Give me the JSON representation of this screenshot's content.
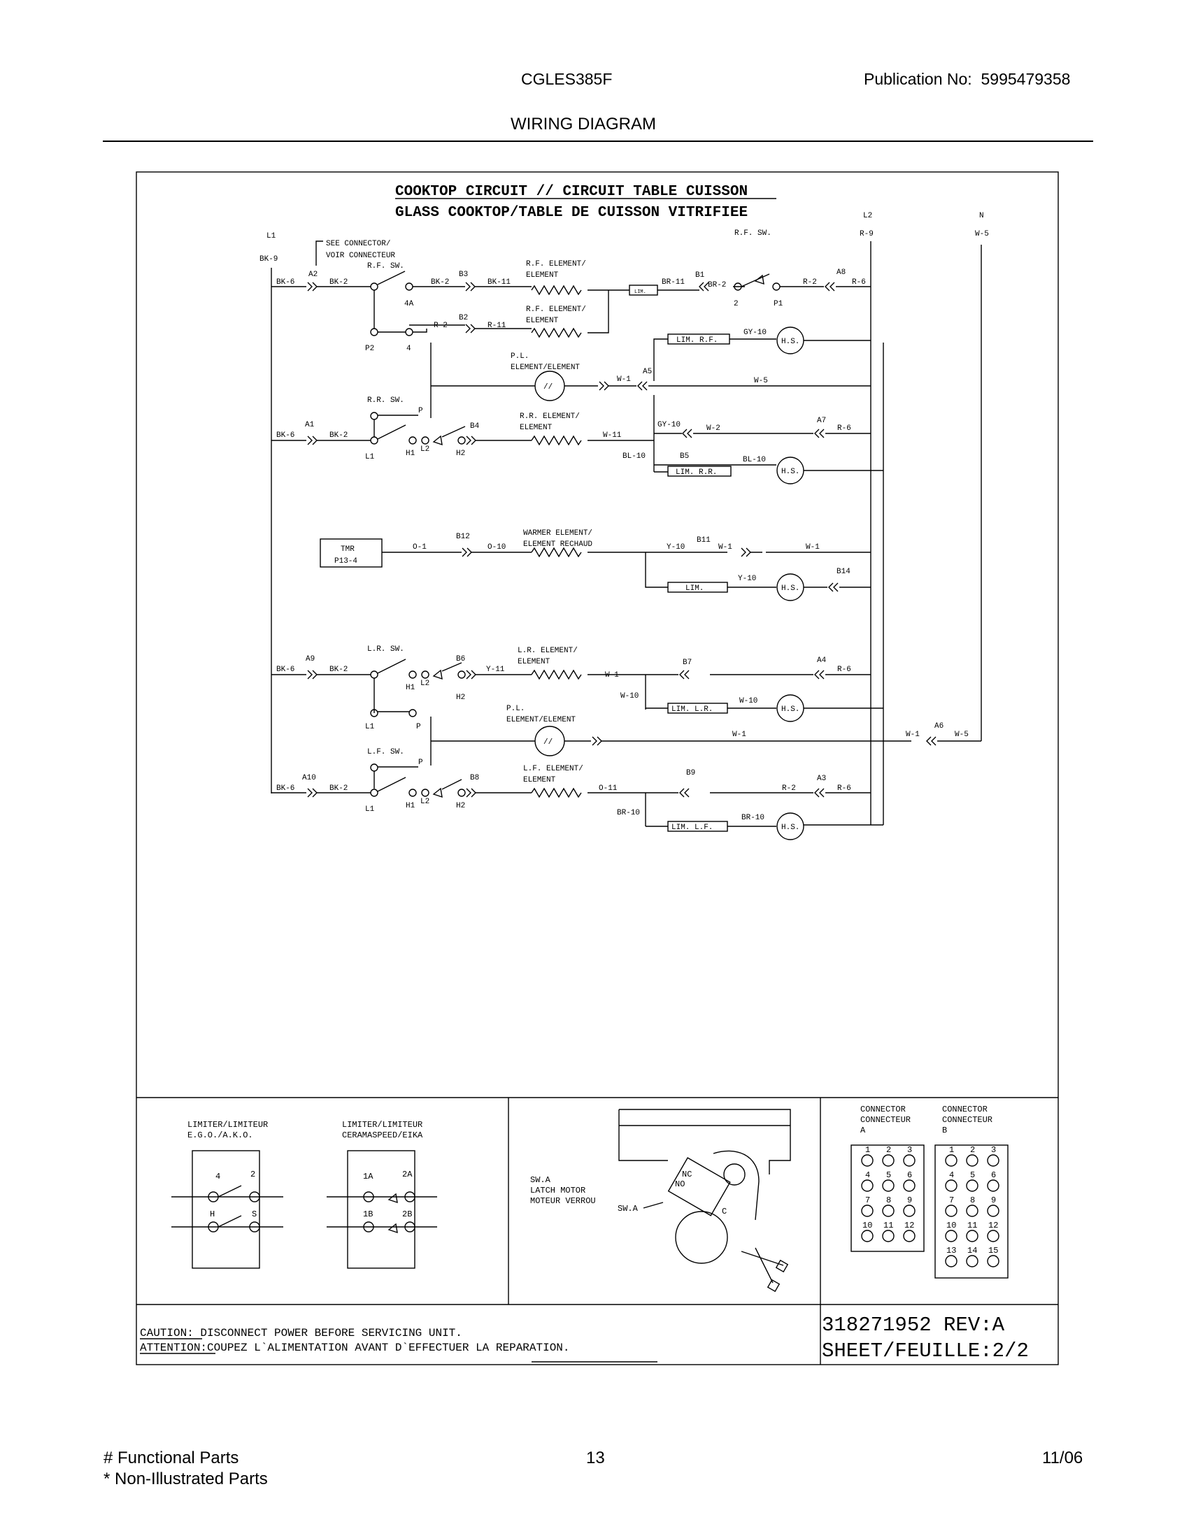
{
  "header": {
    "model": "CGLES385F",
    "publication_label": "Publication No:",
    "publication_number": "5995479358",
    "section_title": "WIRING DIAGRAM"
  },
  "diagram": {
    "title_line1": "COOKTOP CIRCUIT // CIRCUIT TABLE CUISSON",
    "title_line2": "GLASS COOKTOP/TABLE DE CUISSON VITRIFIEE",
    "see_connector": [
      "SEE CONNECTOR/",
      "VOIR CONNECTEUR"
    ],
    "lines": {
      "l1": "L1",
      "l2": "L2",
      "n": "N",
      "bk9": "BK-9",
      "r9": "R-9",
      "w5": "W-5"
    },
    "rf": {
      "sw": "R.F. SW.",
      "element1": [
        "R.F. ELEMENT/",
        "ELEMENT"
      ],
      "element2": [
        "R.F. ELEMENT/",
        "ELEMENT"
      ],
      "sw2": "R.F. SW.",
      "lim": "LIM.",
      "lim_rf": "LIM. R.F."
    },
    "pl": [
      "P.L.",
      "ELEMENT/ELEMENT"
    ],
    "rr": {
      "sw": "R.R. SW.",
      "element": [
        "R.R. ELEMENT/",
        "ELEMENT"
      ],
      "lim_rr": "LIM. R.R."
    },
    "warmer": {
      "tmr": [
        "TMR",
        "P13-4"
      ],
      "element": [
        "WARMER ELEMENT/",
        "ELEMENT RECHAUD"
      ],
      "lim": "LIM."
    },
    "lr": {
      "sw": "L.R. SW.",
      "element": [
        "L.R. ELEMENT/",
        "ELEMENT"
      ],
      "lim_lr": "LIM. L.R."
    },
    "pl2": [
      "P.L.",
      "ELEMENT/ELEMENT"
    ],
    "lf": {
      "sw": "L.F. SW.",
      "element": [
        "L.F. ELEMENT/",
        "ELEMENT"
      ],
      "lim_lf": "LIM. L.F."
    },
    "hs": "H.S.",
    "pl_symbol": "//",
    "wires": {
      "bk6": "BK-6",
      "bk2": "BK-2",
      "bk11": "BK-11",
      "r11": "R-11",
      "r2": "R-2",
      "r6": "R-6",
      "br11": "BR-11",
      "br2": "BR-2",
      "gy10": "GY-10",
      "w1": "W-1",
      "w2": "W-2",
      "w5": "W-5",
      "w11": "W-11",
      "bl10": "BL-10",
      "o1": "O-1",
      "o10": "O-10",
      "y10": "Y-10",
      "y11": "Y-11",
      "w10": "W-10",
      "o11": "O-11",
      "br10": "BR-10"
    },
    "terminals": {
      "a1": "A1",
      "a2": "A2",
      "a3": "A3",
      "a4": "A4",
      "a5": "A5",
      "a6": "A6",
      "a7": "A7",
      "a8": "A8",
      "a9": "A9",
      "a10": "A10",
      "b1": "B1",
      "b2": "B2",
      "b3": "B3",
      "b4": "B4",
      "b5": "B5",
      "b6": "B6",
      "b7": "B7",
      "b8": "B8",
      "b9": "B9",
      "b11": "B11",
      "b12": "B12",
      "b14": "B14",
      "t4a": "4A",
      "t2": "2",
      "p1": "P1",
      "p2": "P2",
      "t4": "4",
      "p": "P",
      "l1": "L1",
      "h1": "H1",
      "l2": "L2",
      "h2": "H2"
    },
    "limiter_ego": {
      "title": [
        "LIMITER/LIMITEUR",
        "E.G.O./A.K.O."
      ],
      "pins": [
        "4",
        "2",
        "H",
        "S"
      ]
    },
    "limiter_cera": {
      "title": [
        "LIMITER/LIMITEUR",
        "CERAMASPEED/EIKA"
      ],
      "pins": [
        "1A",
        "2A",
        "1B",
        "2B"
      ]
    },
    "latch": {
      "label": [
        "SW.A",
        "LATCH MOTOR",
        "MOTEUR VERROU"
      ],
      "sw_a": "SW.A",
      "nc": "NC",
      "no": "NO",
      "c": "C"
    },
    "connector_a": {
      "title": [
        "CONNECTOR",
        "CONNECTEUR",
        "A"
      ],
      "pins": [
        [
          "1",
          "2",
          "3"
        ],
        [
          "4",
          "5",
          "6"
        ],
        [
          "7",
          "8",
          "9"
        ],
        [
          "10",
          "11",
          "12"
        ]
      ]
    },
    "connector_b": {
      "title": [
        "CONNECTOR",
        "CONNECTEUR",
        "B"
      ],
      "pins": [
        [
          "1",
          "2",
          "3"
        ],
        [
          "4",
          "5",
          "6"
        ],
        [
          "7",
          "8",
          "9"
        ],
        [
          "10",
          "11",
          "12"
        ],
        [
          "13",
          "14",
          "15"
        ]
      ]
    },
    "caution_label": "CAUTION:",
    "caution_text": " DISCONNECT POWER BEFORE SERVICING UNIT.",
    "attention_label": "ATTENTION:",
    "attention_text": "COUPEZ L`ALIMENTATION AVANT D`EFFECTUER LA REPARATION.",
    "part_number": "318271952 REV:A",
    "sheet": "SHEET/FEUILLE:2/2"
  },
  "footer": {
    "functional_parts": "# Functional Parts",
    "non_illustrated": "* Non-Illustrated Parts",
    "page_number": "13",
    "date": "11/06"
  }
}
